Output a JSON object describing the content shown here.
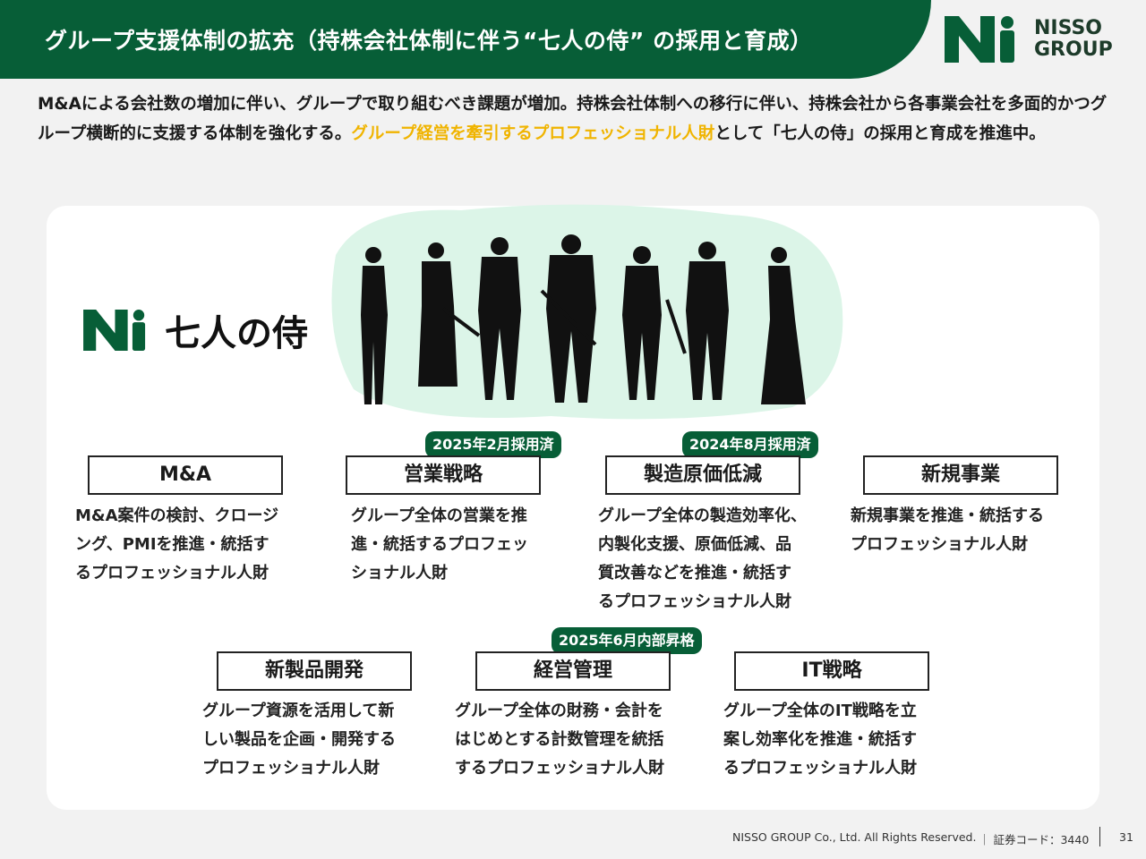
{
  "header": {
    "title": "グループ支援体制の拡充（持株会社体制に伴う“七人の侍” の採用と育成）",
    "logo_text_1": "NISSO",
    "logo_text_2": "GROUP"
  },
  "lead": {
    "part1": "M&Aによる会社数の増加に伴い、グループで取り組むべき課題が増加。持株会社体制への移行に伴い、持株会社から各事業会社を多面的かつグループ横断的に支援する体制を強化する。",
    "highlight": "グループ経営を牽引するプロフェッショナル人財",
    "part2": "として「七人の侍」の採用と育成を推進中。"
  },
  "brand": {
    "title": "七人の侍"
  },
  "roles": [
    {
      "title": "M&A",
      "desc": "M&A案件の検討、クロージ\nング、PMIを推進・統括す\nるプロフェッショナル人財"
    },
    {
      "title": "営業戦略",
      "desc": "グループ全体の営業を推\n進・統括するプロフェッ\nショナル人財",
      "badge": "2025年2月採用済"
    },
    {
      "title": "製造原価低減",
      "desc": "グループ全体の製造効率化、\n内製化支援、原価低減、品\n質改善などを推進・統括す\nるプロフェッショナル人財",
      "badge": "2024年8月採用済"
    },
    {
      "title": "新規事業",
      "desc": "新規事業を推進・統括する\nプロフェッショナル人財"
    },
    {
      "title": "新製品開発",
      "desc": "グループ資源を活用して新\nしい製品を企画・開発する\nプロフェッショナル人財"
    },
    {
      "title": "経営管理",
      "desc": "グループ全体の財務・会計を\nはじめとする計数管理を統括\nするプロフェッショナル人財",
      "badge": "2025年6月内部昇格"
    },
    {
      "title": "IT戦略",
      "desc": "グループ全体のIT戦略を立\n案し効率化を推進・統括す\nるプロフェッショナル人財"
    }
  ],
  "footer": {
    "copyright": "NISSO GROUP Co., Ltd. All Rights Reserved.",
    "code": "｜ 証券コード：3440",
    "page": "31"
  },
  "colors": {
    "brand": "#075e37",
    "highlight": "#f0b400",
    "blob": "#dcf5e8"
  }
}
